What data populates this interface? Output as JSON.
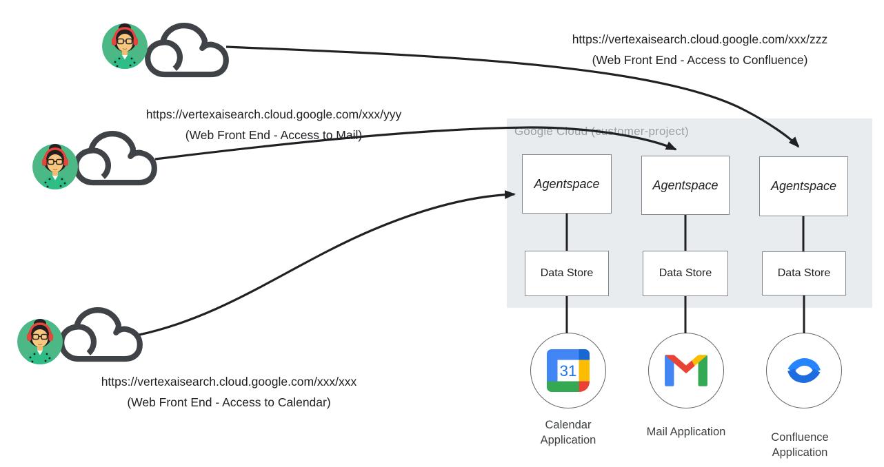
{
  "users": [
    {
      "position": "top",
      "url": "https://vertexaisearch.cloud.google.com/xxx/zzz",
      "caption": "(Web Front End - Access to Confluence)",
      "avatar_icon": "user-avatar-icon",
      "client_icon": "cloud-icon"
    },
    {
      "position": "middle",
      "url": "https://vertexaisearch.cloud.google.com/xxx/yyy",
      "caption": "(Web Front End - Access to Mail)",
      "avatar_icon": "user-avatar-icon",
      "client_icon": "cloud-icon"
    },
    {
      "position": "bottom",
      "url": "https://vertexaisearch.cloud.google.com/xxx/xxx",
      "caption": "(Web Front End - Access to Calendar)",
      "avatar_icon": "user-avatar-icon",
      "client_icon": "cloud-icon"
    }
  ],
  "cloud_panel": {
    "title": "Google Cloud (customer-project)"
  },
  "columns": [
    {
      "agent": "Agentspace",
      "store": "Data Store",
      "app_label": "Calendar Application",
      "app_icon": "google-calendar-icon"
    },
    {
      "agent": "Agentspace",
      "store": "Data Store",
      "app_label": "Mail Application",
      "app_icon": "gmail-icon"
    },
    {
      "agent": "Agentspace",
      "store": "Data Store",
      "app_label": "Confluence Application",
      "app_icon": "confluence-icon"
    }
  ],
  "calendar_icon": {
    "day": "31"
  },
  "colors": {
    "panel_bg": "#e8ecee",
    "panel_title": "#9aa0a6",
    "box_border": "#80868b",
    "arrow": "#1f2124",
    "google_blue": "#4285f4",
    "google_dark_blue": "#1967d2",
    "google_green": "#34a853",
    "google_yellow": "#fbbc04",
    "google_red": "#ea4335",
    "calendar_number_blue": "#1a73e8",
    "confluence_blue": "#2684ff",
    "avatar_bg_green": "#4cb885",
    "cloud_outline": "#3f4347"
  }
}
